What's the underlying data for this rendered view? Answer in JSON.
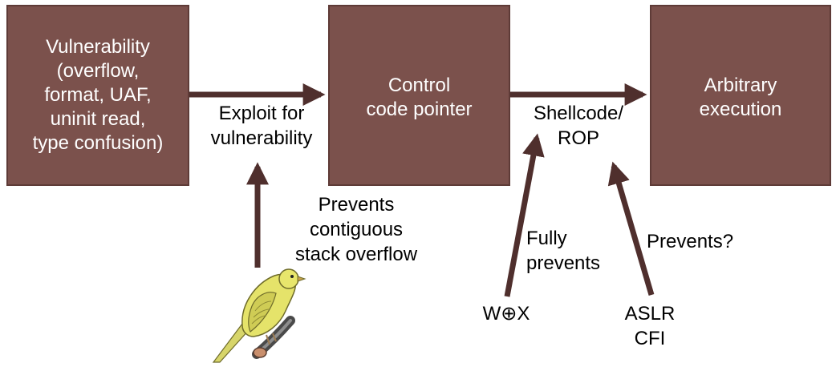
{
  "boxes": {
    "vulnerability": "Vulnerability\n(overflow,\nformat, UAF,\nuninit read,\ntype confusion)",
    "control": "Control\ncode pointer",
    "execution": "Arbitrary\nexecution"
  },
  "labels": {
    "exploit": "Exploit for\nvulnerability",
    "shellcode": "Shellcode/\nROP",
    "prevents_contiguous": "Prevents\ncontiguous\nstack overflow",
    "fully_prevents": "Fully\nprevents",
    "prevents_q": "Prevents?",
    "wx": "W⊕X",
    "aslr_cfi": "ASLR\nCFI"
  },
  "colors": {
    "box_fill": "#7b514c",
    "arrow": "#4f2f2d",
    "bird": "#e5e36a"
  },
  "icons": {
    "canary": "canary-bird-icon"
  }
}
